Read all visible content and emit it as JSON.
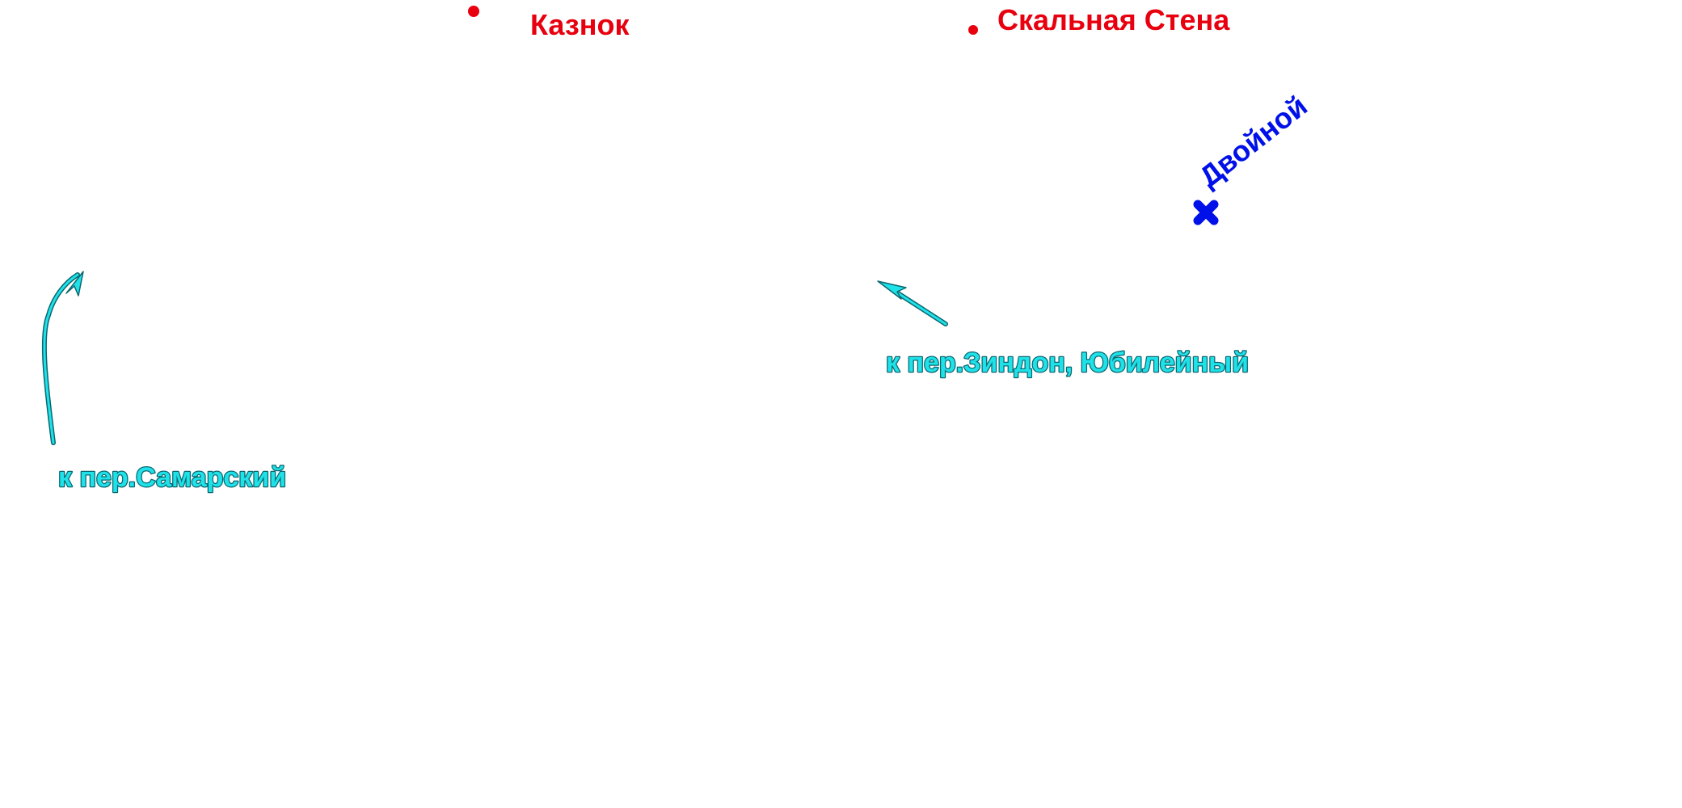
{
  "colors": {
    "peak": "#e8000f",
    "pass": "#0010e8",
    "route": "#1fe2e8",
    "route_outline": "#0a6670",
    "background": "#ffffff"
  },
  "peaks": [
    {
      "name": "Казнок",
      "icon": "peak-dot-icon"
    },
    {
      "name": "Скальная Стена",
      "icon": "peak-dot-icon"
    }
  ],
  "pass": {
    "name": "Двойной",
    "icon": "pass-cross-icon"
  },
  "directions": [
    {
      "label": "к пер.Самарский",
      "icon": "arrow-icon"
    },
    {
      "label": "к пер.Зиндон, Юбилейный",
      "icon": "arrow-icon"
    }
  ]
}
